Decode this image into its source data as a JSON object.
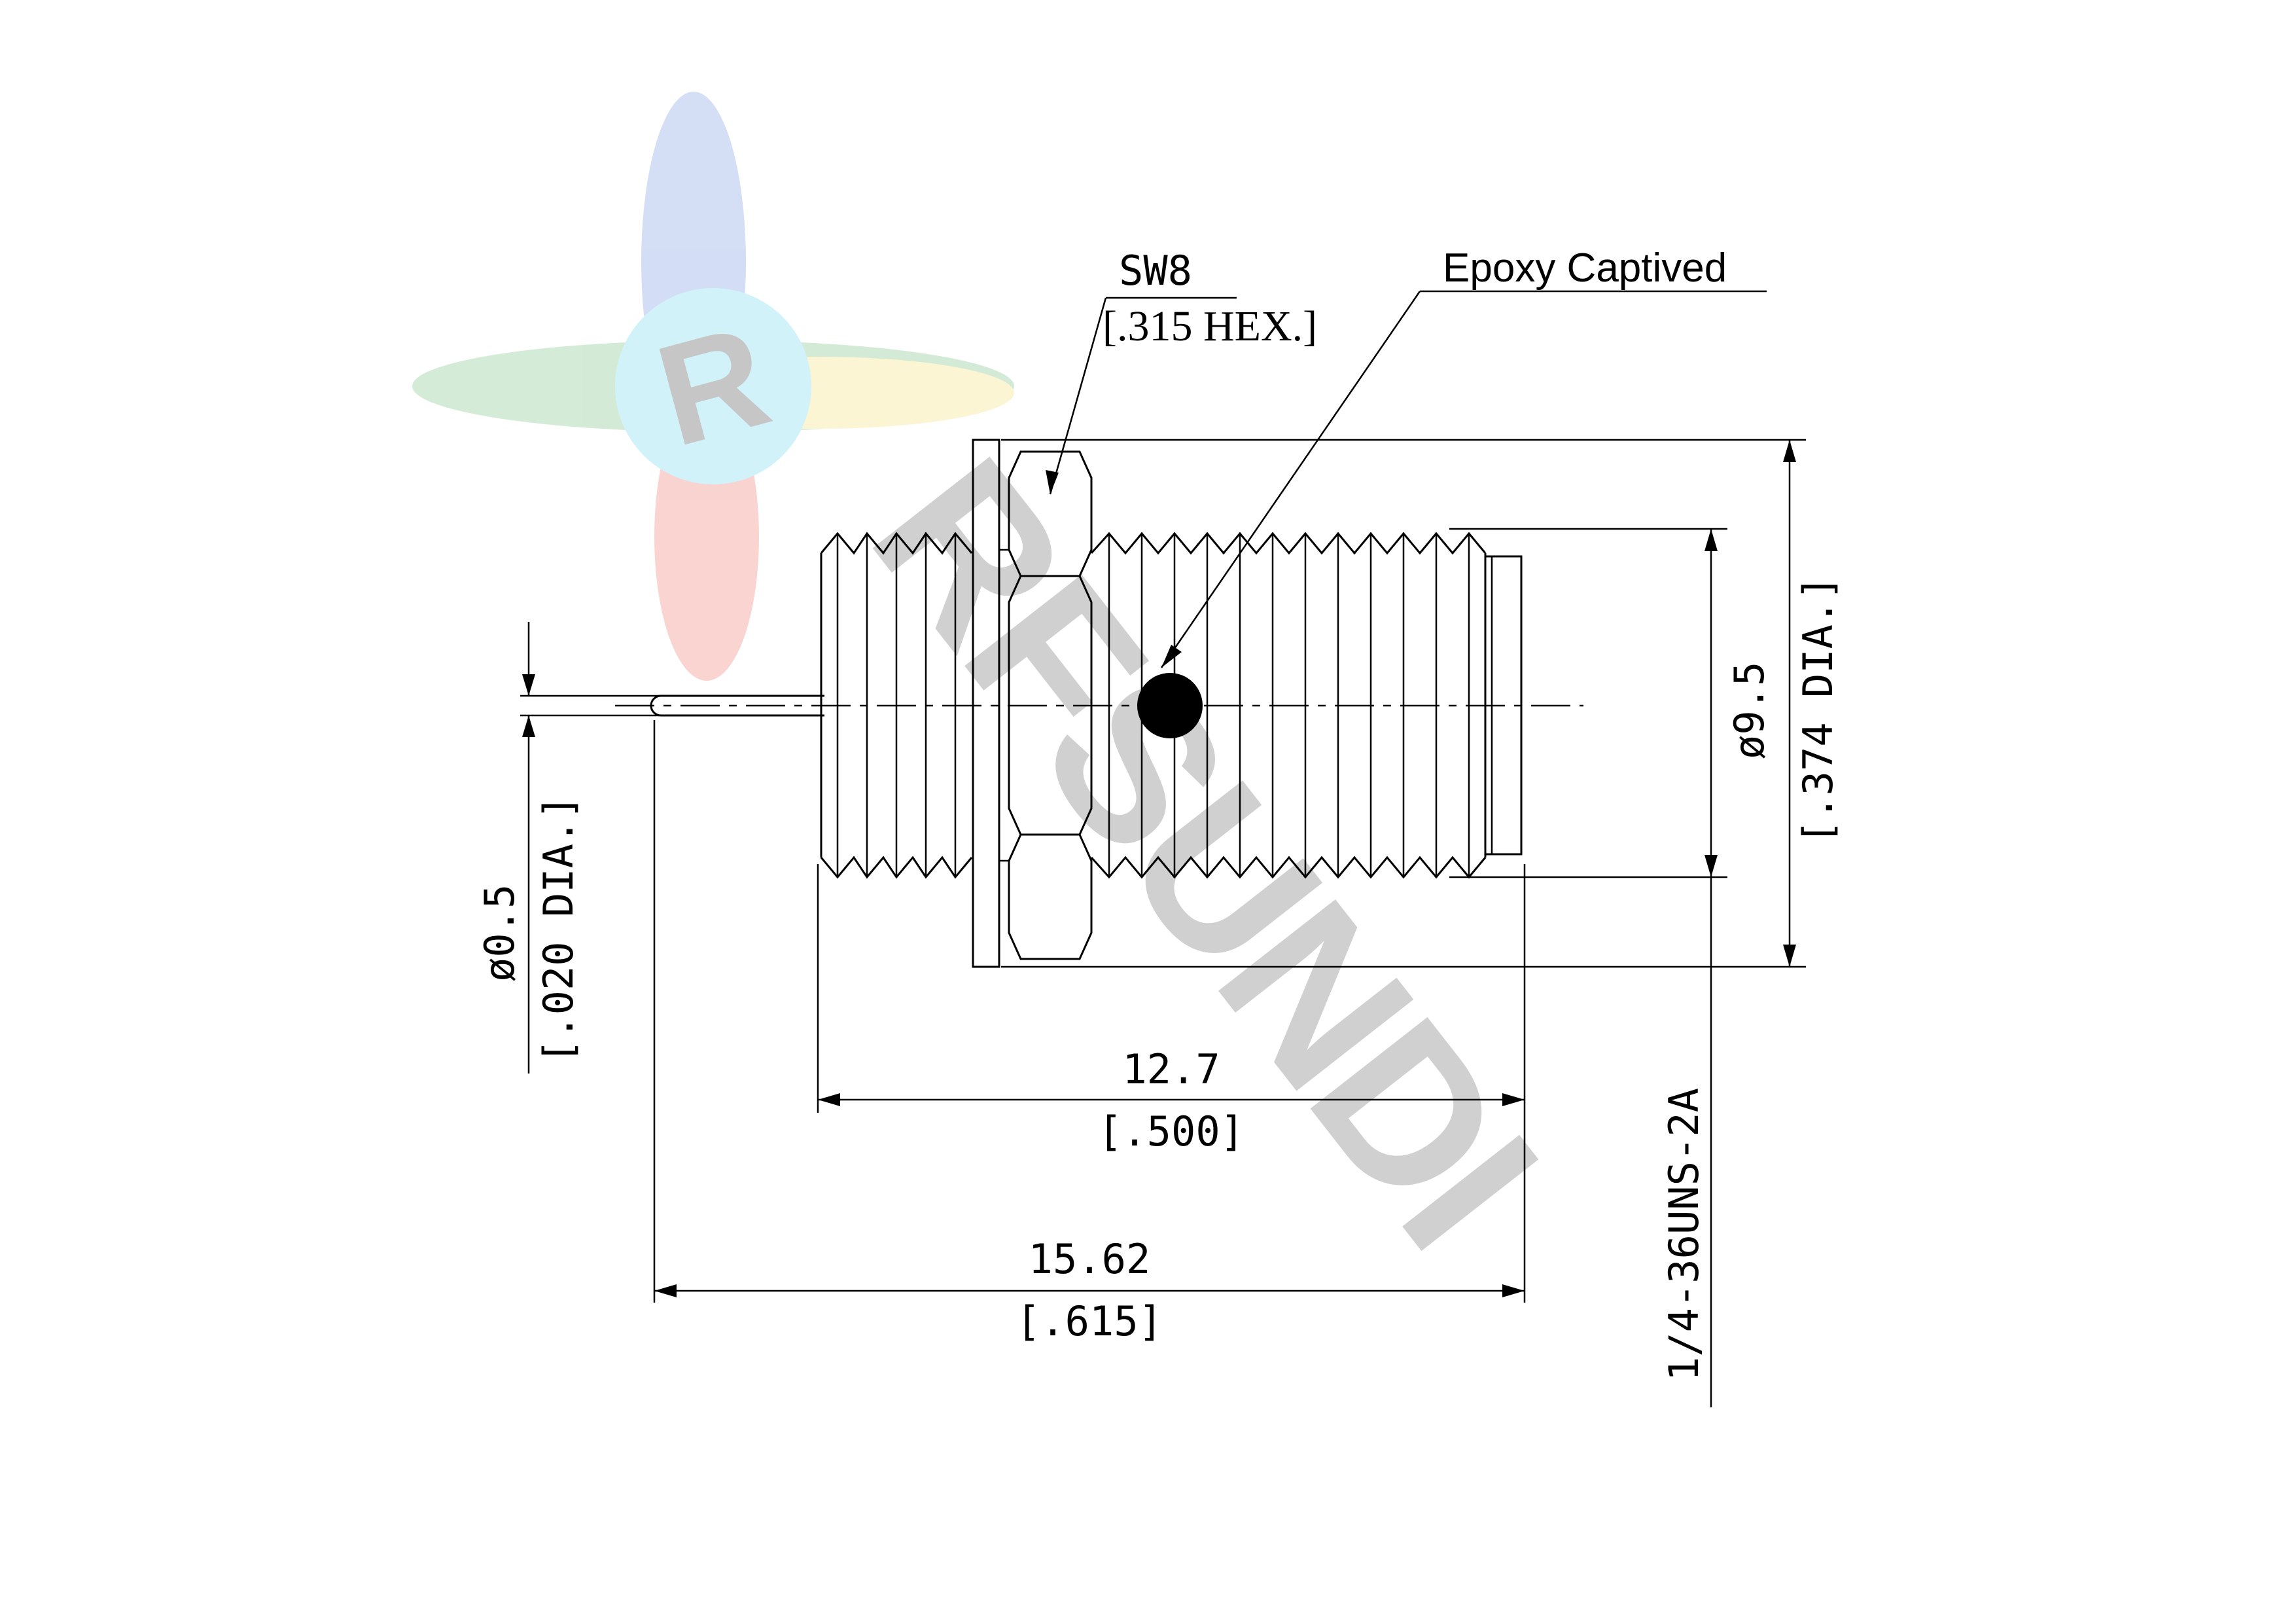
{
  "labels": {
    "hex_size": "SW8",
    "hex_size_inch": "[.315 HEX.]",
    "epoxy_note": "Epoxy Captived",
    "pin_dia": "ø0.5",
    "pin_dia_inch": "[.020 DIA.]",
    "body_dia": "ø9.5",
    "body_dia_inch": "[.374 DIA.]",
    "thread_spec": "1/4-36UNS-2A",
    "thread_length": "12.7",
    "thread_length_inch": "[.500]",
    "overall_length": "15.62",
    "overall_length_inch": "[.615]"
  },
  "watermark": {
    "logo_letter": "R",
    "text": "RFSUNDI"
  },
  "colors": {
    "line": "#000000",
    "logo_blue": "#3a6fd8",
    "logo_red": "#e23a2a",
    "logo_green": "#3aa84a",
    "logo_yellow": "#f2d43a",
    "logo_cyan": "#35c6ea"
  }
}
